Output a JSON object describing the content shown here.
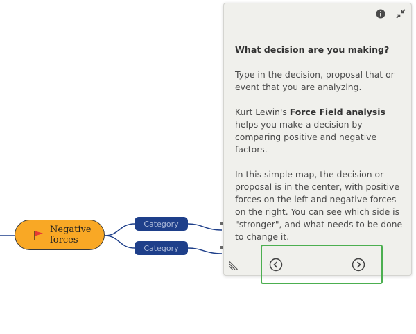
{
  "mindmap": {
    "node": {
      "label": "Negative\nforces",
      "icon": "red-flag-icon"
    },
    "categories": [
      {
        "label": "Category"
      },
      {
        "label": "Category"
      }
    ],
    "colors": {
      "node_fill": "#f9a825",
      "category_fill": "#1e3f8a",
      "connector": "#1e3f8a"
    }
  },
  "panel": {
    "title": "What decision are you making?",
    "paragraph_1": "Type in the decision, proposal that or event that you are analyzing.",
    "paragraph_2": {
      "before": "Kurt Lewin's ",
      "bold": "Force Field analysis",
      "after": " helps you make a decision by comparing positive and negative factors."
    },
    "paragraph_3": "In this simple map, the decision or proposal is in the center, with positive forces on the left and negative forces on the right. You can see which side is \"stronger\", and what needs to be done to change it.",
    "icons": {
      "info": "info-icon",
      "collapse": "collapse-icon",
      "resize": "resize-handle-icon",
      "prev": "chevron-left-circle-icon",
      "next": "chevron-right-circle-icon"
    },
    "colors": {
      "background": "#f0f0ec",
      "highlight": "#4caf50"
    }
  }
}
